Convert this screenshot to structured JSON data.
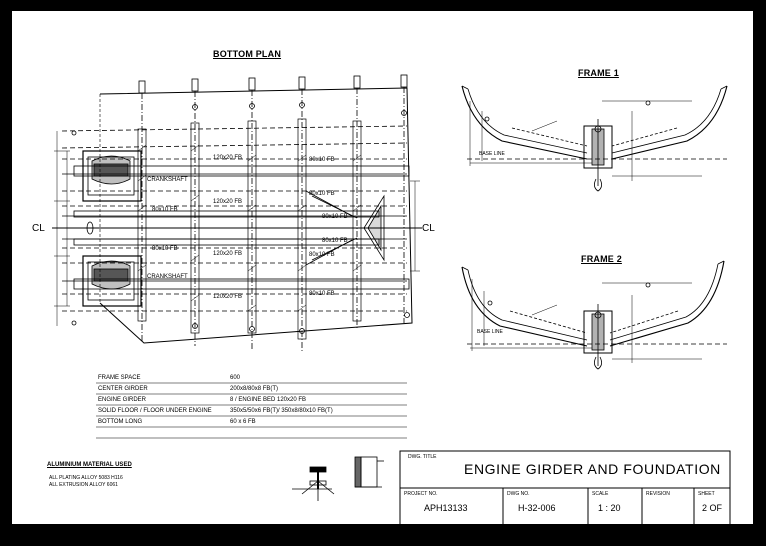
{
  "bottom_plan": {
    "title": "BOTTOM PLAN",
    "centerline_left": "CL",
    "centerline_right": "CL",
    "labels": [
      "120x20 FB",
      "120x20 FB",
      "120x20 FB",
      "120x20 FB",
      "80x10 FB",
      "80x10 FB",
      "80x10 FB",
      "80x10 FB",
      "80x10 FB",
      "80x10 FB",
      "80x10 FB",
      "80x10 FB",
      "CRANKSHAFT",
      "CRANKSHAFT"
    ]
  },
  "frame1": {
    "title": "FRAME 1",
    "base_line": "BASE LINE"
  },
  "frame2": {
    "title": "FRAME 2",
    "base_line": "BASE LINE"
  },
  "spec_table": [
    {
      "item": "FRAME SPACE",
      "value": "600"
    },
    {
      "item": "CENTER GIRDER",
      "value": "200x8/80x8 FB(T)"
    },
    {
      "item": "ENGINE GIRDER",
      "value": "8    / ENGINE BED 120x20 FB"
    },
    {
      "item": "SOLID FLOOR / FLOOR UNDER ENGINE",
      "value": "350x5/50x6 FB(T)/ 350x8/80x10 FB(T)"
    },
    {
      "item": "BOTTOM LONG",
      "value": "60 x 6 FB"
    }
  ],
  "material_note": {
    "title": "ALUMINIUM MATERIAL USED",
    "lines": [
      "ALL PLATING ALLOY 5083 H116",
      "ALL EXTRUSION ALLOY 6061"
    ]
  },
  "title_block": {
    "dwg_title_label": "DWG. TITLE",
    "dwg_title": "ENGINE GIRDER AND FOUNDATION",
    "project_no_label": "PROJECT NO.",
    "project_no": "APH13133",
    "dwg_no_label": "DWG NO.",
    "dwg_no": "H-32-006",
    "scale_label": "SCALE",
    "scale": "1 : 20",
    "revision_label": "REVISION",
    "revision": "",
    "sheet_label": "SHEET",
    "sheet": "2 OF"
  }
}
